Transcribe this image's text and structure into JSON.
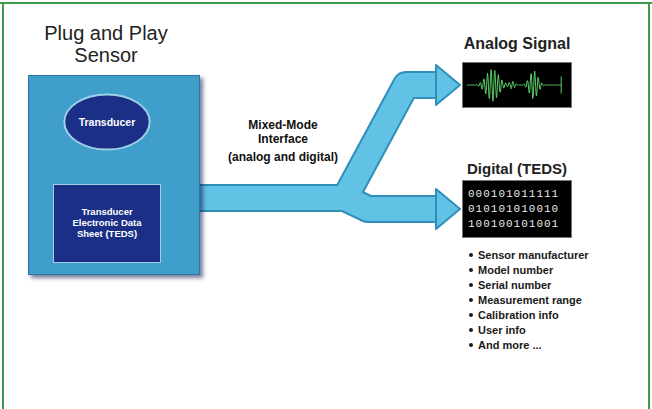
{
  "diagram": {
    "nodes": [
      {
        "text": [
          "Plug and Play Sensor"
        ]
      },
      {
        "text": [
          "Transducer"
        ],
        "in": 0
      },
      {
        "text": [
          "Transducer Electronic Data Sheet (TEDS)"
        ],
        "in": 0
      },
      {
        "text": [
          "Analog Signal"
        ]
      },
      {
        "text": [
          "Digital (TEDS)",
          "000101011111 010101010010 100100101001"
        ]
      }
    ],
    "edges": [
      {
        "from": 0,
        "to": 3,
        "arrow": "to"
      },
      {
        "from": 0,
        "to": 4,
        "arrow": "to"
      }
    ],
    "labels": [
      "Mixed-Mode Interface",
      "(analog and digital)",
      "Sensor manufacturer",
      "Model number",
      "Serial number",
      "Measurement range",
      "Calibration info",
      "User info",
      "And more ..."
    ]
  }
}
